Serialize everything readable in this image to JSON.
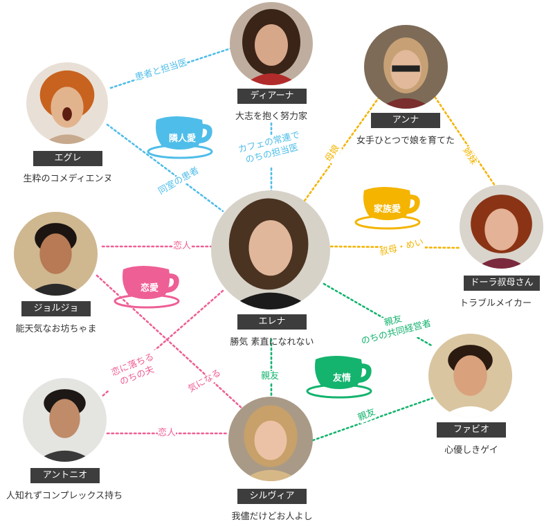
{
  "colors": {
    "blue": "#4fbde9",
    "orange": "#f4b400",
    "pink": "#ee5f95",
    "green": "#14b36e",
    "tag_bg": "#3d3d3d"
  },
  "characters": {
    "diana": {
      "name": "ディアーナ",
      "desc": "大志を抱く努力家"
    },
    "anna": {
      "name": "アンナ",
      "desc": "女手ひとつで娘を育てた"
    },
    "egle": {
      "name": "エグレ",
      "desc": "生粋のコメディエンヌ"
    },
    "dora": {
      "name": "ドーラ叔母さん",
      "desc": "トラブルメイカー"
    },
    "giorgio": {
      "name": "ジョルジョ",
      "desc": "能天気なお坊ちゃま"
    },
    "elena": {
      "name": "エレナ",
      "desc": "勝気 素直になれない"
    },
    "fabio": {
      "name": "ファビオ",
      "desc": "心優しきゲイ"
    },
    "antonio": {
      "name": "アントニオ",
      "desc": "人知れずコンプレックス持ち"
    },
    "silvia": {
      "name": "シルヴィア",
      "desc": "我儘だけどお人よし"
    }
  },
  "relations": {
    "egle_diana": "患者と担当医",
    "egle_elena": "同室の患者",
    "diana_elena_1": "カフェの常連で",
    "diana_elena_2": "のちの担当医",
    "anna_elena": "母娘",
    "anna_dora": "姉妹",
    "dora_elena": "叔母・めい",
    "giorgio_elena": "恋人",
    "elena_fabio_1": "親友",
    "elena_fabio_2": "のちの共同経営者",
    "elena_antonio_1": "恋に落ちる",
    "elena_antonio_2": "のちの夫",
    "giorgio_silvia": "気になる",
    "elena_silvia": "親友",
    "antonio_silvia": "恋人",
    "silvia_fabio": "親友"
  },
  "cups": {
    "neighbor": "隣人愛",
    "family": "家族愛",
    "love": "恋愛",
    "friendship": "友情"
  }
}
